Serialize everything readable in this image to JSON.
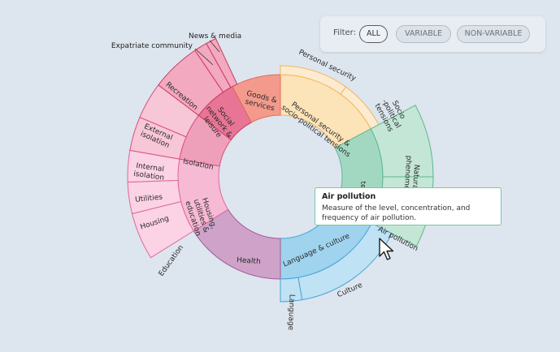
{
  "filter": {
    "label": "Filter:",
    "options": [
      {
        "label": "ALL",
        "active": true
      },
      {
        "label": "VARIABLE",
        "active": false
      },
      {
        "label": "NON-VARIABLE",
        "active": false
      }
    ]
  },
  "tooltip": {
    "title": "Air pollution",
    "description": "Measure of the level, concentration, and frequency of air pollution."
  },
  "chart_data": {
    "type": "sunburst",
    "inner": [
      {
        "label": "Personal security & socio-political tensions",
        "a0": 0,
        "a1": 62,
        "fill": "#fde3b8",
        "stroke": "#f2b65a",
        "text": "#333333"
      },
      {
        "label": "Environment & climate",
        "a0": 62,
        "a1": 117,
        "fill": "#a2d8c2",
        "stroke": "#5cb88e",
        "text": "#333333",
        "label_visible": "te"
      },
      {
        "label": "Language & culture",
        "a0": 117,
        "a1": 180,
        "fill": "#9fd3ee",
        "stroke": "#4aa3d6",
        "text": "#333333"
      },
      {
        "label": "Health",
        "a0": 180,
        "a1": 238,
        "fill": "#cfa3c9",
        "stroke": "#a35a97",
        "text": "#333333"
      },
      {
        "label": "Housing, utilities & education",
        "a0": 238,
        "a1": 280,
        "fill": "#f7bad4",
        "stroke": "#e0689a",
        "text": "#333333"
      },
      {
        "label": "Isolation",
        "a0": 280,
        "a1": 307,
        "fill": "#eea0bb",
        "stroke": "#d9507e",
        "text": "#333333"
      },
      {
        "label": "Social network & leisure",
        "a0": 307,
        "a1": 332,
        "fill": "#e87595",
        "stroke": "#c93b66",
        "text": "#333333"
      },
      {
        "label": "Goods & services",
        "a0": 332,
        "a1": 360,
        "fill": "#f39a8d",
        "stroke": "#e06b5c",
        "text": "#333333"
      }
    ],
    "outer": [
      {
        "label": "Personal security",
        "a0": 0,
        "a1": 36,
        "r": 137,
        "fill": "#fdebd0",
        "stroke": "#f2b65a"
      },
      {
        "label": "Socio -political tensions",
        "a0": 36,
        "a1": 62,
        "r": 137,
        "fill": "#fdebd0",
        "stroke": "#f2b65a"
      },
      {
        "label": "Natural phenomena",
        "a0": 62,
        "a1": 90,
        "r": 188,
        "fill": "#c4e6d6",
        "stroke": "#5cb88e"
      },
      {
        "label": "Air pollution",
        "a0": 90,
        "a1": 117,
        "r": 188,
        "fill": "#c4e6d6",
        "stroke": "#5cb88e"
      },
      {
        "label": "Culture",
        "a0": 117,
        "a1": 170,
        "r": 154,
        "fill": "#bfe2f4",
        "stroke": "#4aa3d6"
      },
      {
        "label": "Language",
        "a0": 170,
        "a1": 180,
        "r": 154,
        "fill": "#bfe2f4",
        "stroke": "#4aa3d6"
      },
      {
        "label": "Education",
        "a0": 238,
        "a1": 256,
        "r": 188,
        "fill": "#fbd3e4",
        "stroke": "#e0689a"
      },
      {
        "label": "Housing",
        "a0": 256,
        "a1": 268,
        "r": 188,
        "fill": "#fbd3e4",
        "stroke": "#e0689a"
      },
      {
        "label": "Utilities",
        "a0": 268,
        "a1": 280,
        "r": 188,
        "fill": "#fbd3e4",
        "stroke": "#e0689a"
      },
      {
        "label": "Internal isolation",
        "a0": 280,
        "a1": 293,
        "r": 188,
        "fill": "#f7c6d7",
        "stroke": "#d9507e"
      },
      {
        "label": "External isolation",
        "a0": 293,
        "a1": 307,
        "r": 188,
        "fill": "#f7c6d7",
        "stroke": "#d9507e"
      },
      {
        "label": "Recreation",
        "a0": 307,
        "a1": 326,
        "r": 188,
        "fill": "#f3a9bf",
        "stroke": "#c93b66"
      },
      {
        "label": "Expatriate community",
        "a0": 326,
        "a1": 331,
        "r": 188,
        "fill": "#f3a9bf",
        "stroke": "#c93b66"
      },
      {
        "label": "News & media",
        "a0": 331,
        "a1": 335,
        "r": 188,
        "fill": "#f3a9bf",
        "stroke": "#c93b66"
      }
    ]
  }
}
